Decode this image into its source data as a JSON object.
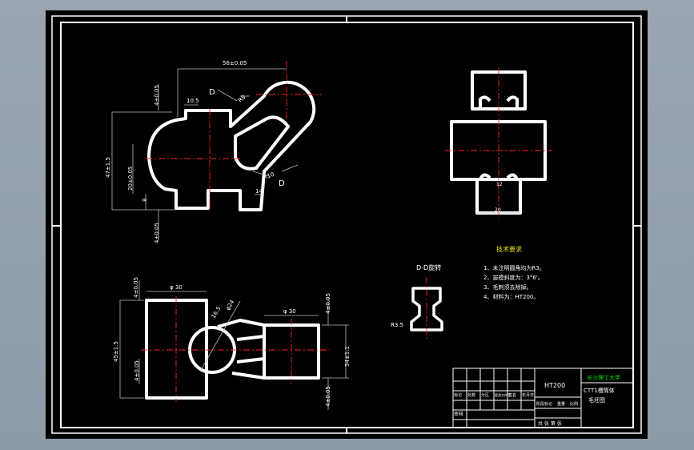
{
  "colors": {
    "viewport_bg": "#8f9ba8",
    "sheet_bg": "#000000",
    "part_outline": "#ffffff",
    "center_line": "#ff2020",
    "dimension": "#d0d0d0",
    "title_text": "#00e000",
    "note_text": "#e8e800"
  },
  "front_view": {
    "dim_top": "56±0.05",
    "dim_left_small": "4±0.05",
    "dim_top_small": "10.5",
    "section_label_top": "D",
    "dim_radius_top": "R8",
    "dim_height": "47±1.5",
    "dim_inner": "20±0.05",
    "dim_bottom_left": "8",
    "dim_bottom_right": "14",
    "dim_radius_bottom": "R10",
    "section_label_bottom": "D",
    "dim_under": "4±0.05"
  },
  "side_view": {
    "dim_width": "20",
    "dim_small": "12"
  },
  "top_view": {
    "dim_dia_left": "φ 30",
    "dim_top_left": "4±0.05",
    "dim_arm": "16.5",
    "dim_dia_circle": "φ24",
    "dim_dia_right": "φ 30",
    "dim_top_right": "4±0.05",
    "dim_height_left": "45±1.5",
    "dim_left_small": "4±0.05",
    "dim_height_right": "34±1.1",
    "dim_bottom_right": "4±0.05"
  },
  "section_view": {
    "title": "D-D旋转",
    "dim_radius": "R3.5"
  },
  "notes": {
    "title": "技术要求",
    "items": [
      "1、未注明圆角均为R3。",
      "2、拔模斜度为：3°6'。",
      "3、毛刺须去除掉。",
      "4、材料为：HT200。"
    ]
  },
  "title_block": {
    "material": "HT200",
    "school": "长沙理工大学",
    "part_name_line1": "CTT1槽筒体",
    "part_name_line2": "毛坯图",
    "row_labels": [
      "标记",
      "处数",
      "分区",
      "更改文件号",
      "签名",
      "年月日"
    ],
    "stage_labels": [
      "阶段标记",
      "重量",
      "比例"
    ],
    "bottom_left": "审核",
    "bottom_right": "共 张 第 张"
  }
}
